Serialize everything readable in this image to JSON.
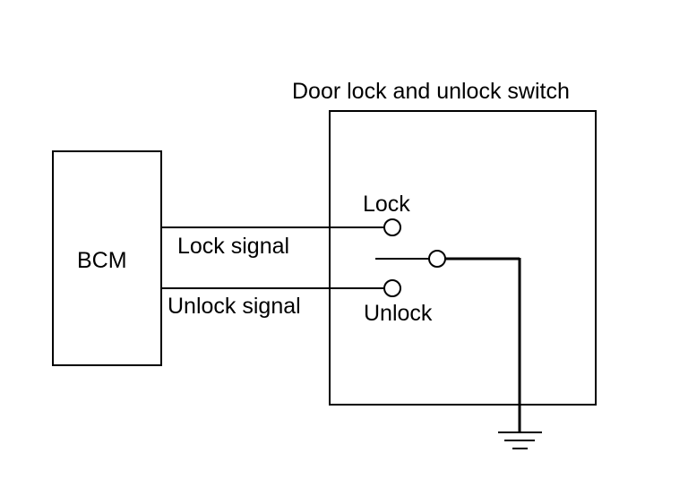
{
  "diagram": {
    "title": "Door lock and unlock switch",
    "bcm_label": "BCM",
    "wires": {
      "lock_signal": "Lock signal",
      "unlock_signal": "Unlock signal"
    },
    "switch": {
      "lock_label": "Lock",
      "unlock_label": "Unlock"
    }
  }
}
